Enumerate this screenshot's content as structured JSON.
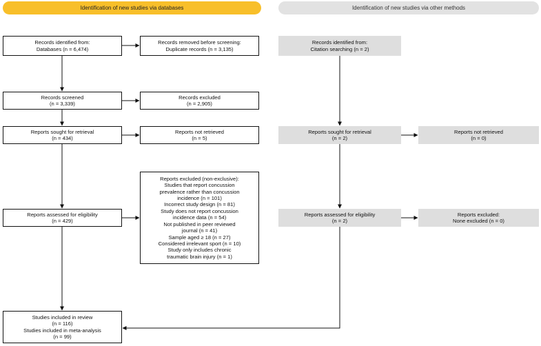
{
  "headers": {
    "databases": "Identification of new studies via databases",
    "other_methods": "Identification of new studies via other methods"
  },
  "db": {
    "identified": [
      "Records identified from:",
      "Databases (n = 6,474)"
    ],
    "removed": [
      "Records removed before screening:",
      "Duplicate records (n = 3,135)"
    ],
    "screened": [
      "Records screened",
      "(n = 3,339)"
    ],
    "excluded": [
      "Records excluded",
      "(n = 2,905)"
    ],
    "sought": [
      "Reports sought for retrieval",
      "(n = 434)"
    ],
    "not_retrieved": [
      "Reports not retrieved",
      "(n = 5)"
    ],
    "assessed": [
      "Reports assessed for eligibility",
      "(n = 429)"
    ],
    "reports_excluded": [
      "Reports excluded (non-exclusive):",
      "Studies that report concussion",
      "prevalence rather than concussion",
      "incidence (n = 101)",
      "Incorrect study design (n = 81)",
      "Study does not report concussion",
      "incidence data (n = 54)",
      "Not published in peer reviewed",
      "journal (n = 41)",
      "Sample aged ≥ 18 (n = 27)",
      "Considered irrelevant sport (n = 10)",
      "Study only includes chronic",
      "traumatic brain injury (n = 1)"
    ],
    "included": [
      "Studies included in review",
      "(n = 116)",
      "Studies included in meta-analysis",
      "(n = 99)"
    ]
  },
  "other": {
    "identified": [
      "Records identified from:",
      "Citation searching (n = 2)"
    ],
    "sought": [
      "Reports sought for retrieval",
      "(n = 2)"
    ],
    "not_retrieved": [
      "Reports not retrieved",
      "(n = 0)"
    ],
    "assessed": [
      "Reports assessed for eligibility",
      "(n = 2)"
    ],
    "excluded": [
      "Reports excluded:",
      "None excluded (n = 0)"
    ]
  }
}
